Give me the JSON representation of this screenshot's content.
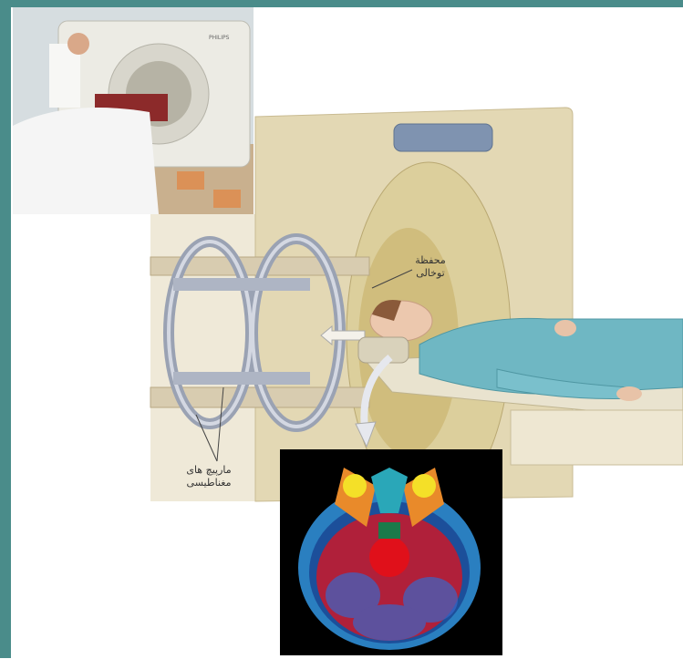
{
  "labels": {
    "capsule_line1": "محفظة",
    "capsule_line2": "توخالی",
    "coils_line1": "مارپیچ های",
    "coils_line2": "مغناطیسی"
  },
  "photo": {
    "brand": "PHILIPS"
  }
}
